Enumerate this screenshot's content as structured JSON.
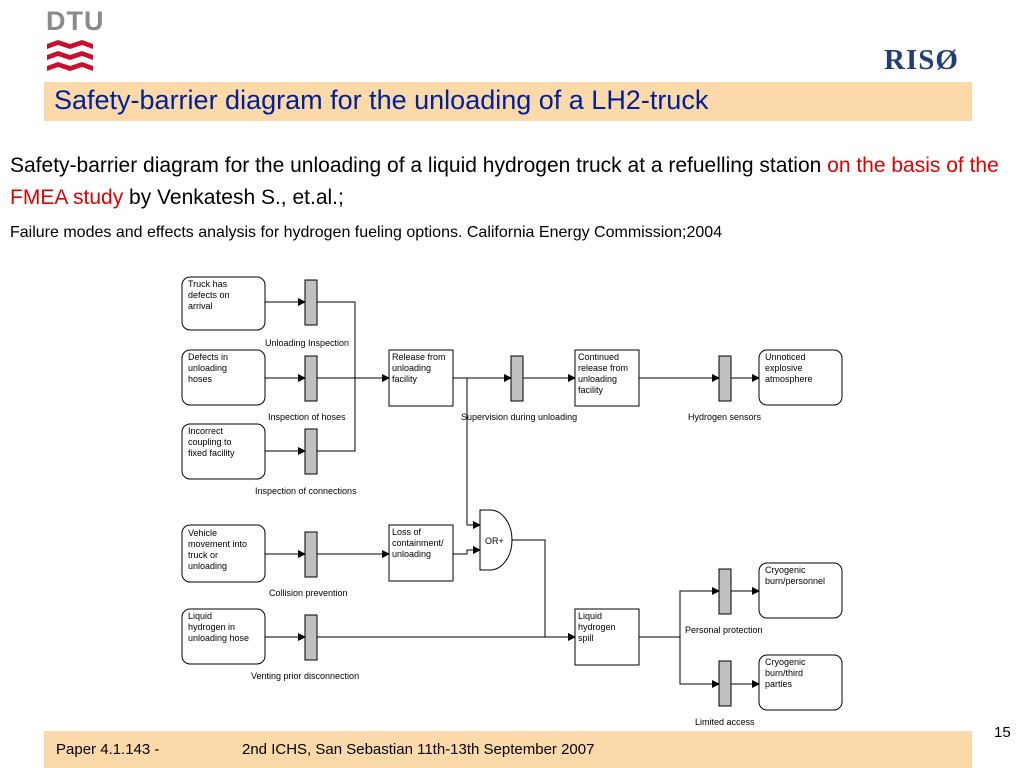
{
  "header": {
    "dtu_logo_text": "DTU",
    "riso_logo_text": "RISØ",
    "title": "Safety-barrier diagram for the unloading of a LH2-truck"
  },
  "intro": {
    "line_prefix": "Safety-barrier diagram for the unloading of a liquid hydrogen truck at a refuelling station ",
    "highlight": "on the basis of the FMEA study",
    "line_suffix": " by Venkatesh S., et.al.;",
    "reference": "Failure modes and effects analysis for hydrogen fueling options. California Energy Commission;2004"
  },
  "diagram": {
    "causes": [
      [
        "Truck has",
        "defects on",
        "arrival"
      ],
      [
        "Defects in",
        "unloading",
        "hoses"
      ],
      [
        "Incorrect",
        "coupling to",
        "fixed facility"
      ],
      [
        "Vehicle",
        "movement into",
        "truck or",
        "unloading"
      ],
      [
        "Liquid",
        "hydrogen in",
        "unloading hose"
      ]
    ],
    "barriers": [
      "Unloading Inspection",
      "Inspection of hoses",
      "Inspection of connections",
      "Collision prevention",
      "Venting prior disconnection",
      "Supervision during unloading",
      "Hydrogen sensors",
      "Personal protection",
      "Limited access"
    ],
    "events": [
      [
        "Release from",
        "unloading",
        "facility"
      ],
      [
        "Continued",
        "release from",
        "unloading",
        "facility"
      ],
      [
        "Loss of",
        "containment/",
        "unloading"
      ],
      [
        "Liquid",
        "hydrogen",
        "spill"
      ]
    ],
    "consequences": [
      [
        "Unnoticed",
        "explosive",
        "atmosphere"
      ],
      [
        "Cryogenic",
        "burn/personnel"
      ],
      [
        "Cryogenic",
        "burn/third",
        "parties"
      ]
    ],
    "gate_label": "OR+"
  },
  "footer": {
    "paper": "Paper 4.1.143 -",
    "conference": "2nd ICHS, San Sebastian 11th-13th September 2007",
    "page_number": "15"
  },
  "colors": {
    "title_bar": "#fcd9a8",
    "title_text": "#00209a",
    "highlight": "#e00000",
    "riso_logo": "#1f3d7a",
    "dtu_logo": "#8a8a8a",
    "dtu_mark": "#c8102e",
    "barrier_fill": "#c0c0c0"
  }
}
